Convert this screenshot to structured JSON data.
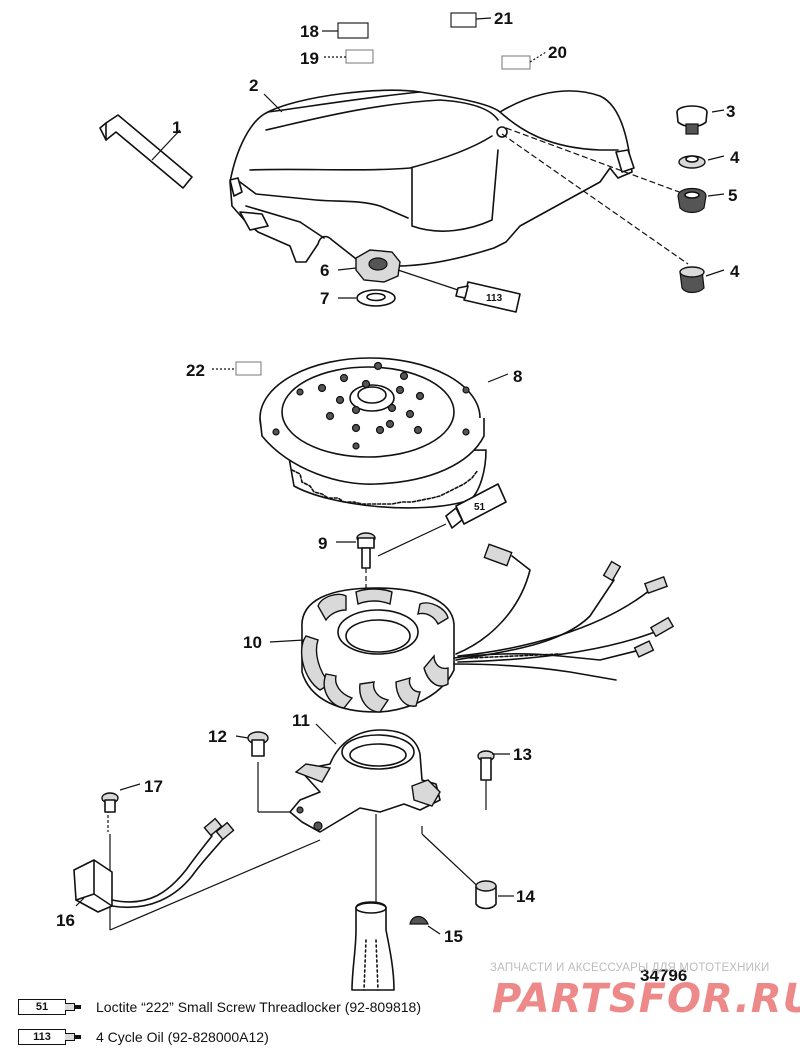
{
  "figure": {
    "number": "34796"
  },
  "callouts": [
    "1",
    "2",
    "3",
    "4",
    "4",
    "5",
    "6",
    "7",
    "8",
    "9",
    "10",
    "11",
    "12",
    "13",
    "14",
    "15",
    "16",
    "17",
    "18",
    "19",
    "20",
    "21",
    "22"
  ],
  "tube_labels": {
    "loctite": "51",
    "oil": "113"
  },
  "legend": [
    {
      "code": "51",
      "text": "Loctite “222” Small Screw Threadlocker   (92-809818)"
    },
    {
      "code": "113",
      "text": "4 Cycle Oil (92-828000A12)"
    }
  ],
  "watermark": {
    "tagline": "ЗАПЧАСТИ И АКСЕССУАРЫ ДЛЯ МОТОТЕХНИКИ",
    "logo": "PARTSFOR.RU"
  }
}
